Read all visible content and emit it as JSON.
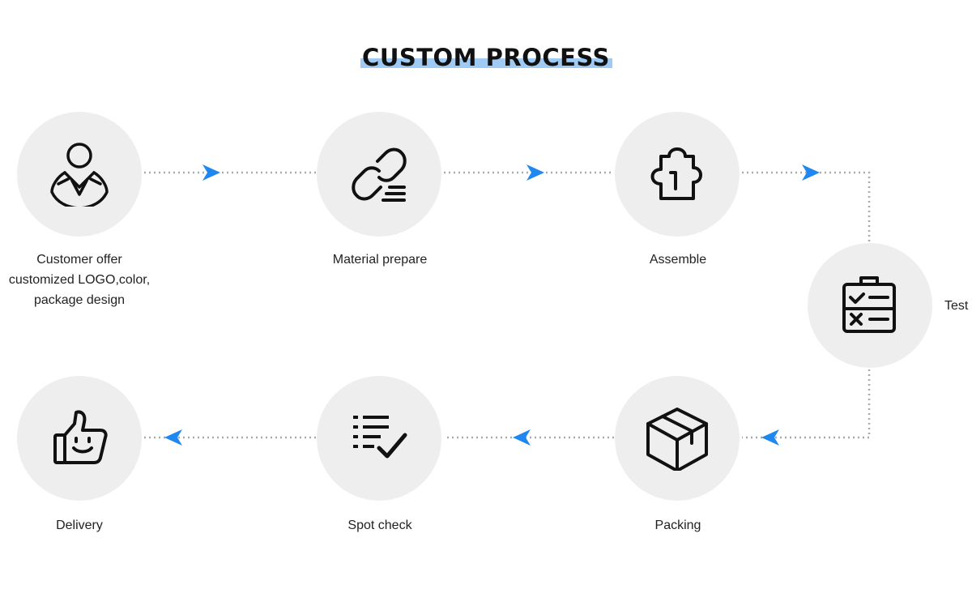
{
  "title": "CUSTOM PROCESS",
  "colors": {
    "accent_bar": "#9fcaf3",
    "arrow": "#1e88f0",
    "dots": "#aaaaaa",
    "circle": "#eeeeee",
    "icon": "#111111"
  },
  "steps": [
    {
      "label": "Customer offer\ncustomized LOGO,color,\npackage design",
      "icon": "user-icon"
    },
    {
      "label": "Material prepare",
      "icon": "link-icon"
    },
    {
      "label": "Assemble",
      "icon": "puzzle-icon"
    },
    {
      "label": "Test",
      "icon": "checklist-clipboard-icon"
    },
    {
      "label": "Packing",
      "icon": "box-icon"
    },
    {
      "label": "Spot check",
      "icon": "list-check-icon"
    },
    {
      "label": "Delivery",
      "icon": "thumbs-up-icon"
    }
  ]
}
